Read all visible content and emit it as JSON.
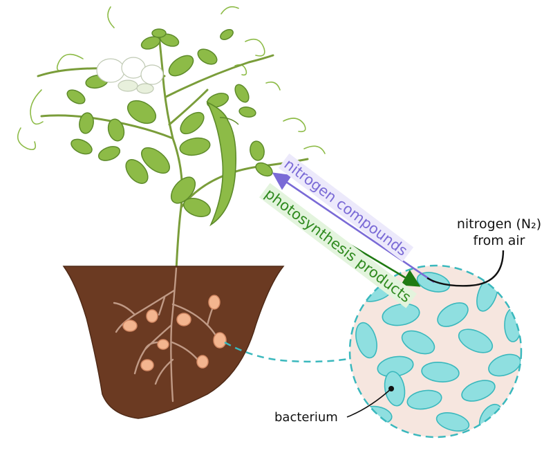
{
  "labels": {
    "nitrogen_compounds": "nitrogen compounds",
    "photosynthesis_products": "photosynthesis products",
    "nitrogen_air_line1": "nitrogen (N₂)",
    "nitrogen_air_line2": "from air",
    "bacterium": "bacterium"
  },
  "colors": {
    "soil": "#6b3a22",
    "leaf": "#8dbb47",
    "leaf_outline": "#5d8a2a",
    "stem": "#7a9d3a",
    "root": "#c09a86",
    "nodule": "#f3b58f",
    "bacterium_fill": "#8fdfe0",
    "bacterium_outline": "#3ab8bd",
    "zoom_circle_fill": "#f6e6df",
    "arrow_nitrogen": "#7a6ad6",
    "arrow_photosynthesis": "#1f7a12"
  },
  "icons": [
    "pea-plant-illustration",
    "soil-pot",
    "root-nodule",
    "zoom-circle",
    "bacterium-cell"
  ]
}
